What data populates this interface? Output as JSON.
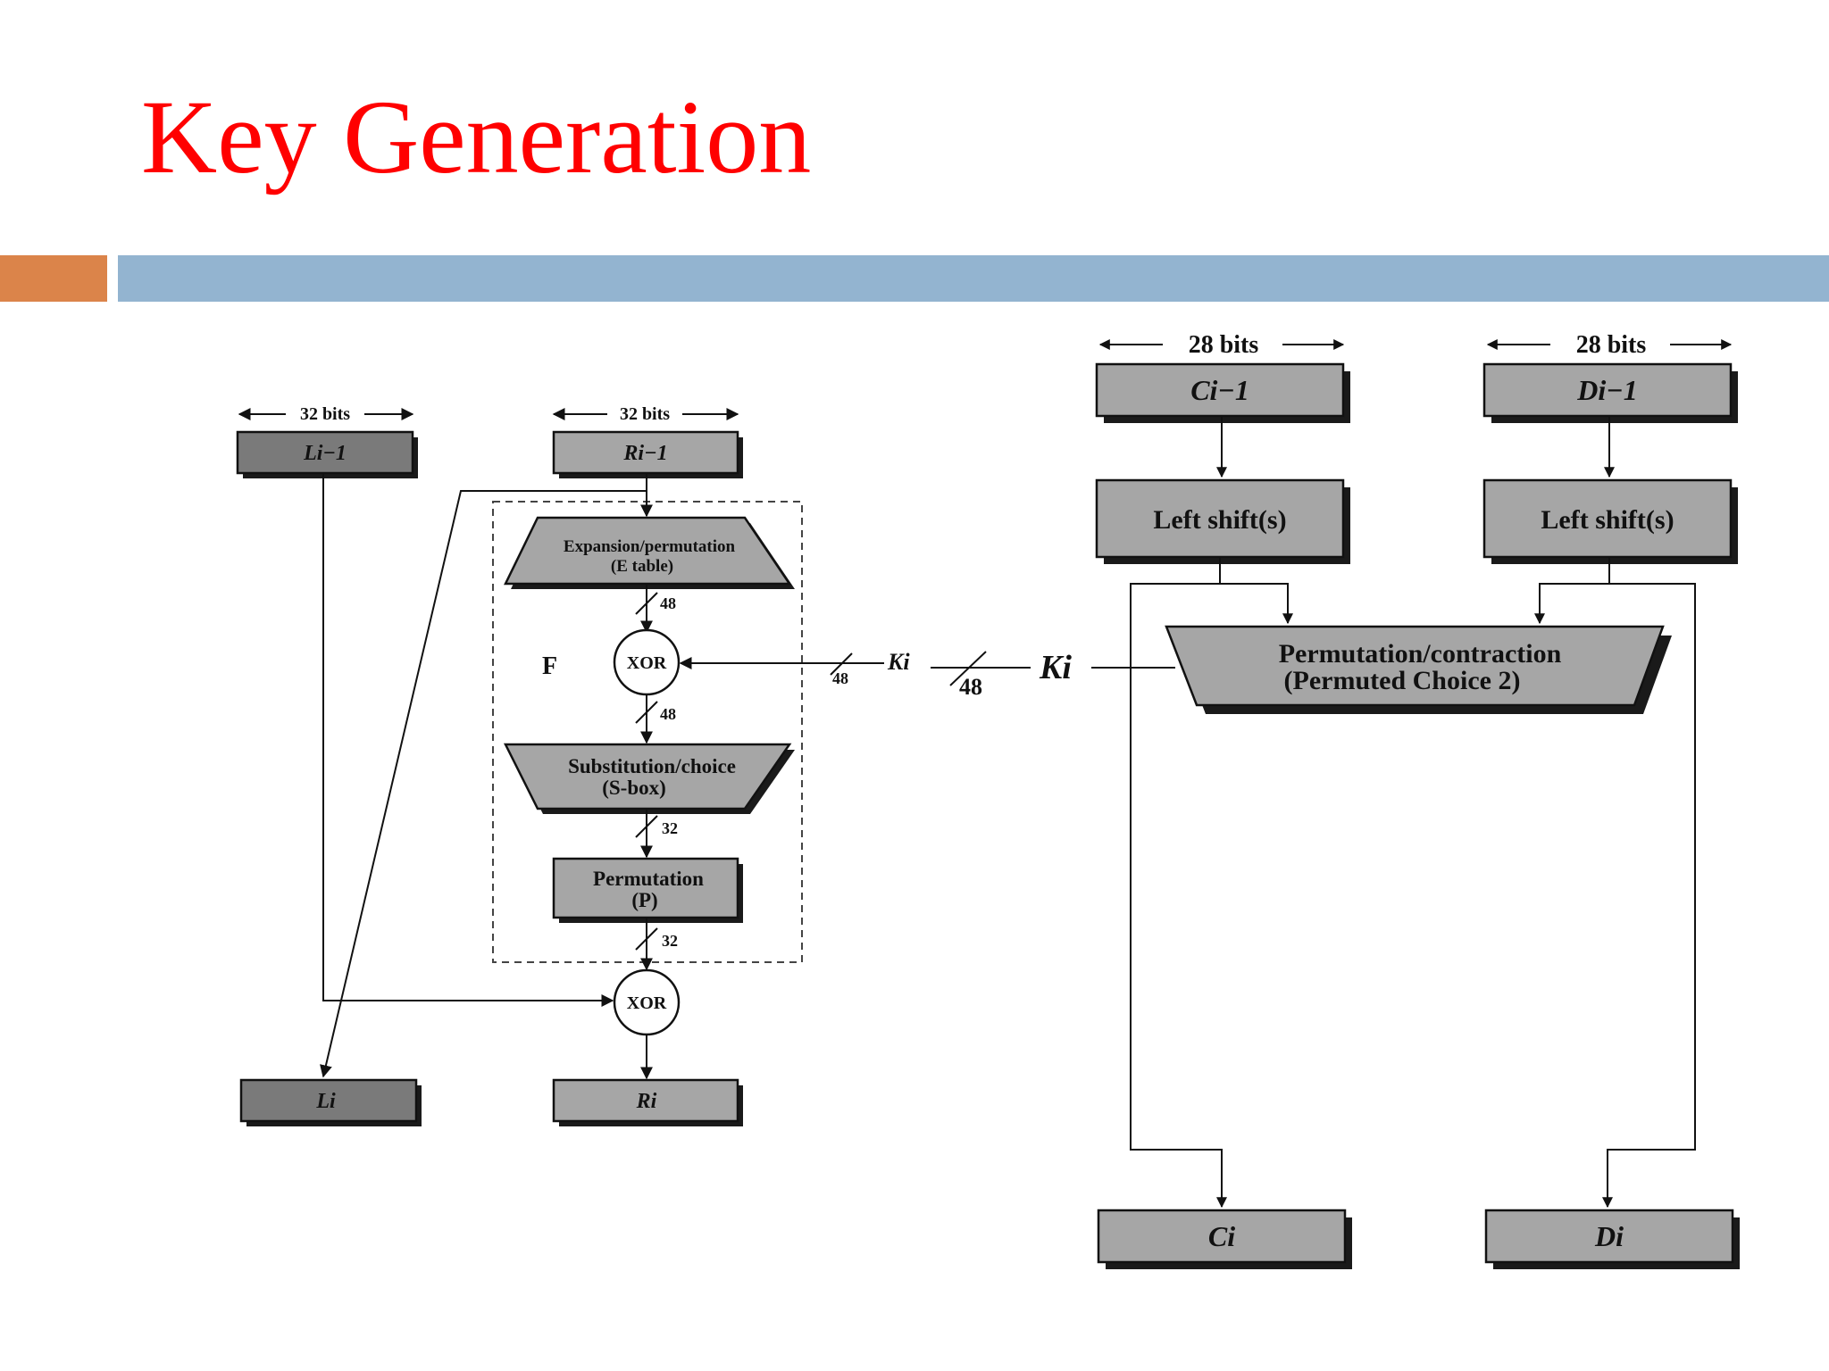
{
  "slide": {
    "title": "Key Generation"
  },
  "colors": {
    "title": "#ff0000",
    "accent": "#db844a",
    "rule": "#93b4d0",
    "block_fill": "#a6a6a6"
  },
  "round_function": {
    "left_width_label": "32 bits",
    "right_width_label": "32 bits",
    "left_input": "Li−1",
    "right_input": "Ri−1",
    "function_label": "F",
    "expansion_line1": "Expansion/permutation",
    "expansion_line2": "(E table)",
    "bits_after_expansion": "48",
    "xor_label": "XOR",
    "bits_after_xor": "48",
    "sbox_line1": "Substitution/choice",
    "sbox_line2": "(S-box)",
    "bits_after_sbox": "32",
    "perm_line1": "Permutation",
    "perm_line2": "(P)",
    "bits_after_perm": "32",
    "output_xor_label": "XOR",
    "left_output": "Li",
    "right_output": "Ri",
    "subkey_in_label": "Ki",
    "subkey_in_bits": "48"
  },
  "key_schedule": {
    "c_width_label": "28 bits",
    "d_width_label": "28 bits",
    "c_input": "Ci−1",
    "d_input": "Di−1",
    "c_shift": "Left shift(s)",
    "d_shift": "Left shift(s)",
    "pc2_line1": "Permutation/contraction",
    "pc2_line2": "(Permuted Choice 2)",
    "subkey_out_label": "Ki",
    "subkey_out_bits": "48",
    "c_output": "Ci",
    "d_output": "Di"
  }
}
